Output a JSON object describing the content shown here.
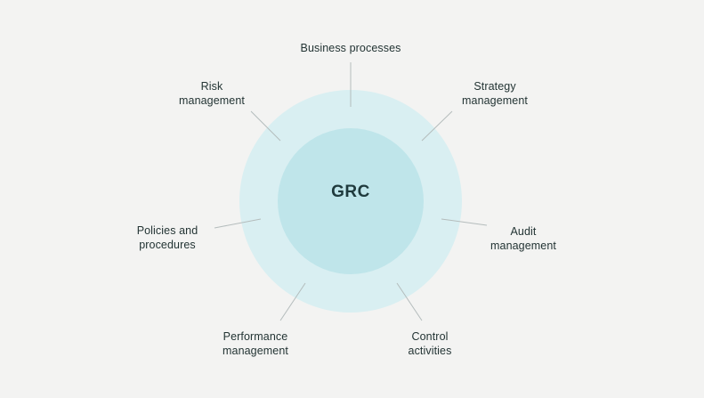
{
  "diagram": {
    "center_label": "GRC",
    "colors": {
      "background": "#f3f3f2",
      "outer_ring": "#d9eff2",
      "inner_circle": "#bfe5ea",
      "connector_line": "#b4bcbc",
      "text": "#233434"
    },
    "nodes": [
      {
        "id": "business-processes",
        "label": "Business processes"
      },
      {
        "id": "strategy-management",
        "label": "Strategy\nmanagement"
      },
      {
        "id": "audit-management",
        "label": "Audit\nmanagement"
      },
      {
        "id": "control-activities",
        "label": "Control\nactivities"
      },
      {
        "id": "performance-management",
        "label": "Performance\nmanagement"
      },
      {
        "id": "policies-and-procedures",
        "label": "Policies and\nprocedures"
      },
      {
        "id": "risk-management",
        "label": "Risk\nmanagement"
      }
    ]
  }
}
